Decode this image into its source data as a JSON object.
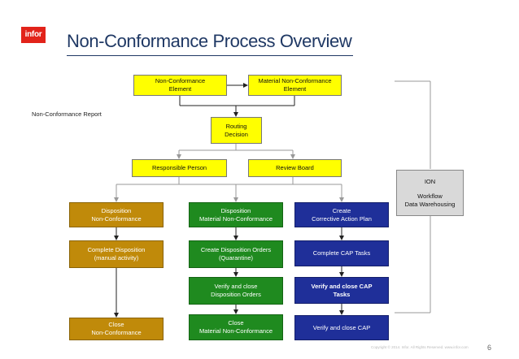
{
  "header": {
    "logo_text": "infor",
    "title": "Non-Conformance Process Overview"
  },
  "side_label": "Non-Conformance Report",
  "nodes": {
    "nc_element": [
      "Non-Conformance",
      "Element"
    ],
    "material_nc_element": [
      "Material Non-Conformance",
      "Element"
    ],
    "routing_decision": [
      "Routing",
      "Decision"
    ],
    "responsible_person": [
      "Responsible Person"
    ],
    "review_board": [
      "Review Board"
    ],
    "ion": [
      "ION",
      "",
      "Workflow",
      "Data Warehousing"
    ],
    "disposition_nc": [
      "Disposition",
      "Non-Conformance"
    ],
    "complete_disposition": [
      "Complete Disposition",
      "(manual activity)"
    ],
    "close_nc": [
      "Close",
      "Non-Conformance"
    ],
    "disposition_material_nc": [
      "Disposition",
      "Material Non-Conformance"
    ],
    "create_disposition_orders": [
      "Create Disposition Orders",
      "(Quarantine)"
    ],
    "verify_close_disposition_orders": [
      "Verify and close",
      "Disposition Orders"
    ],
    "close_material_nc": [
      "Close",
      "Material Non-Conformance"
    ],
    "create_cap": [
      "Create",
      "Corrective Action Plan"
    ],
    "complete_cap_tasks": [
      "Complete CAP Tasks"
    ],
    "verify_close_cap_tasks": [
      "Verify and close CAP",
      "Tasks"
    ],
    "verify_close_cap": [
      "Verify and close CAP"
    ]
  },
  "colors": {
    "yellow": "#ffff00",
    "brown": "#c08a0a",
    "green": "#1f8a1f",
    "blue": "#1f2f99",
    "grey": "#d9d9d9",
    "title": "#1f3864",
    "logo": "#e2231a"
  },
  "footer": {
    "copyright": "Copyright © 2014. Infor. All Rights Reserved. www.infor.com",
    "page_number": "6"
  }
}
